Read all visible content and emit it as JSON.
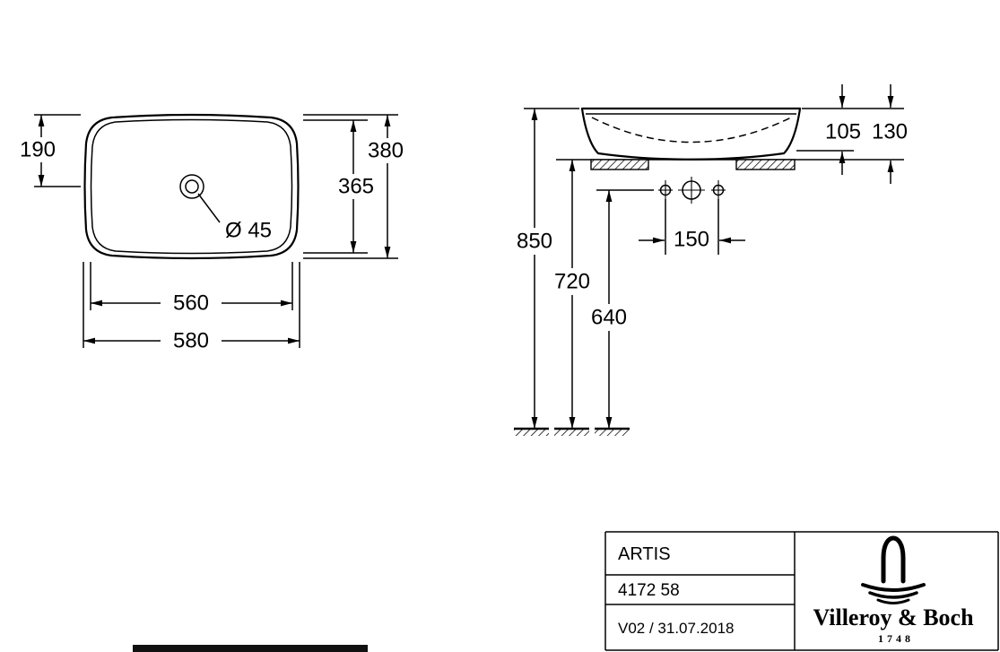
{
  "drawing": {
    "top_view": {
      "dim_center_offset": "190",
      "dim_depth_outer": "380",
      "dim_depth_inner": "365",
      "dim_drain_diameter": "Ø 45",
      "dim_width_inner": "560",
      "dim_width_outer": "580"
    },
    "side_view": {
      "dim_basin_inner_depth": "105",
      "dim_basin_height": "130",
      "dim_rim_floor_height": "850",
      "dim_underside_height": "720",
      "dim_tap_hole_height": "640",
      "dim_tap_hole_spacing": "150"
    }
  },
  "title_block": {
    "product_name": "ARTIS",
    "article_number": "4172 58",
    "version_date": "V02 / 31.07.2018",
    "brand_name": "Villeroy & Boch",
    "brand_year": "1748"
  }
}
